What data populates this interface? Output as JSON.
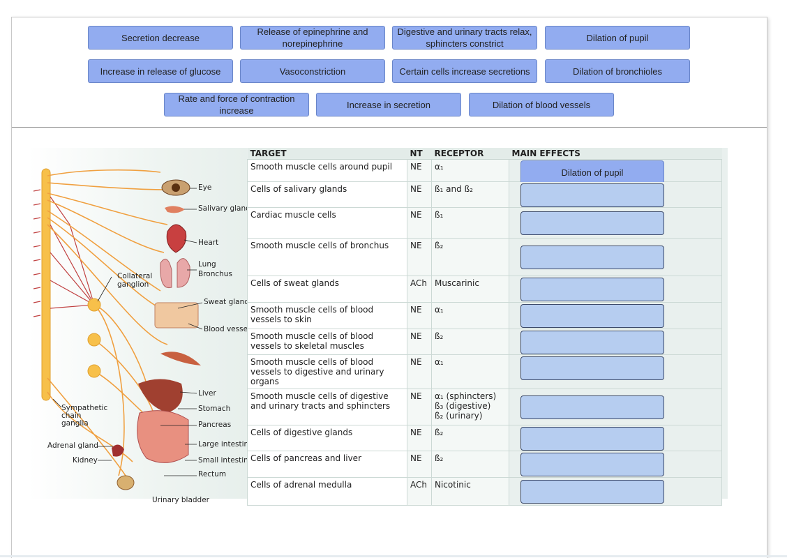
{
  "answer_bank": [
    "Secretion decrease",
    "Release of epinephrine and norepinephrine",
    "Digestive and urinary tracts relax, sphincters constrict",
    "Dilation of pupil",
    "Increase in release of glucose",
    "Vasoconstriction",
    "Certain cells increase secretions",
    "Dilation of bronchioles",
    "Rate and force of contraction increase",
    "Increase in secretion",
    "Dilation of blood vessels"
  ],
  "table": {
    "headers": {
      "target": "TARGET",
      "nt": "NT",
      "receptor": "RECEPTOR",
      "effects": "MAIN EFFECTS"
    },
    "rows": [
      {
        "target": "Smooth muscle cells  around pupil",
        "nt": "NE",
        "receptor": "α₁",
        "effect": "Dilation of pupil"
      },
      {
        "target": "Cells of salivary glands",
        "nt": "NE",
        "receptor": "ß₁ and ß₂",
        "effect": ""
      },
      {
        "target": "Cardiac muscle cells",
        "nt": "NE",
        "receptor": "ß₁",
        "effect": ""
      },
      {
        "target": "Smooth muscle cells of bronchus",
        "nt": "NE",
        "receptor": "ß₂",
        "effect": ""
      },
      {
        "target": "Cells of sweat glands",
        "nt": "ACh",
        "receptor": "Muscarinic",
        "effect": ""
      },
      {
        "target": "Smooth muscle cells of blood vessels to skin",
        "nt": "NE",
        "receptor": "α₁",
        "effect": ""
      },
      {
        "target": "Smooth muscle cells of blood vessels to skeletal muscles",
        "nt": "NE",
        "receptor": "ß₂",
        "effect": ""
      },
      {
        "target": "Smooth muscle cells of blood vessels to digestive and urinary organs",
        "nt": "NE",
        "receptor": "α₁",
        "effect": ""
      },
      {
        "target": "Smooth muscle cells of digestive and urinary tracts and sphincters",
        "nt": "NE",
        "receptor": "α₁ (sphincters)\nß₃ (digestive)\nß₂ (urinary)",
        "effect": ""
      },
      {
        "target": "Cells of digestive glands",
        "nt": "NE",
        "receptor": "ß₂",
        "effect": ""
      },
      {
        "target": "Cells of pancreas and liver",
        "nt": "NE",
        "receptor": "ß₂",
        "effect": ""
      },
      {
        "target": "Cells of adrenal medulla",
        "nt": "ACh",
        "receptor": "Nicotinic",
        "effect": ""
      }
    ]
  },
  "diagram_labels": {
    "eye": "Eye",
    "salivary": "Salivary glands",
    "heart": "Heart",
    "lung": "Lung",
    "bronchus": "Bronchus",
    "collateral": "Collateral\nganglion",
    "sweat": "Sweat gland",
    "vessels": "Blood vessels",
    "liver": "Liver",
    "stomach": "Stomach",
    "pancreas": "Pancreas",
    "large_intestine": "Large intestine",
    "small_intestine": "Small intestine",
    "rectum": "Rectum",
    "sympathetic": "Sympathetic\nchain\nganglia",
    "adrenal": "Adrenal gland",
    "kidney": "Kidney",
    "bladder": "Urinary bladder"
  },
  "colors": {
    "tile": "#92acf0",
    "drop_empty": "#b6cdf0",
    "nerve": "#f0a040",
    "ganglion": "#f7c04a"
  }
}
